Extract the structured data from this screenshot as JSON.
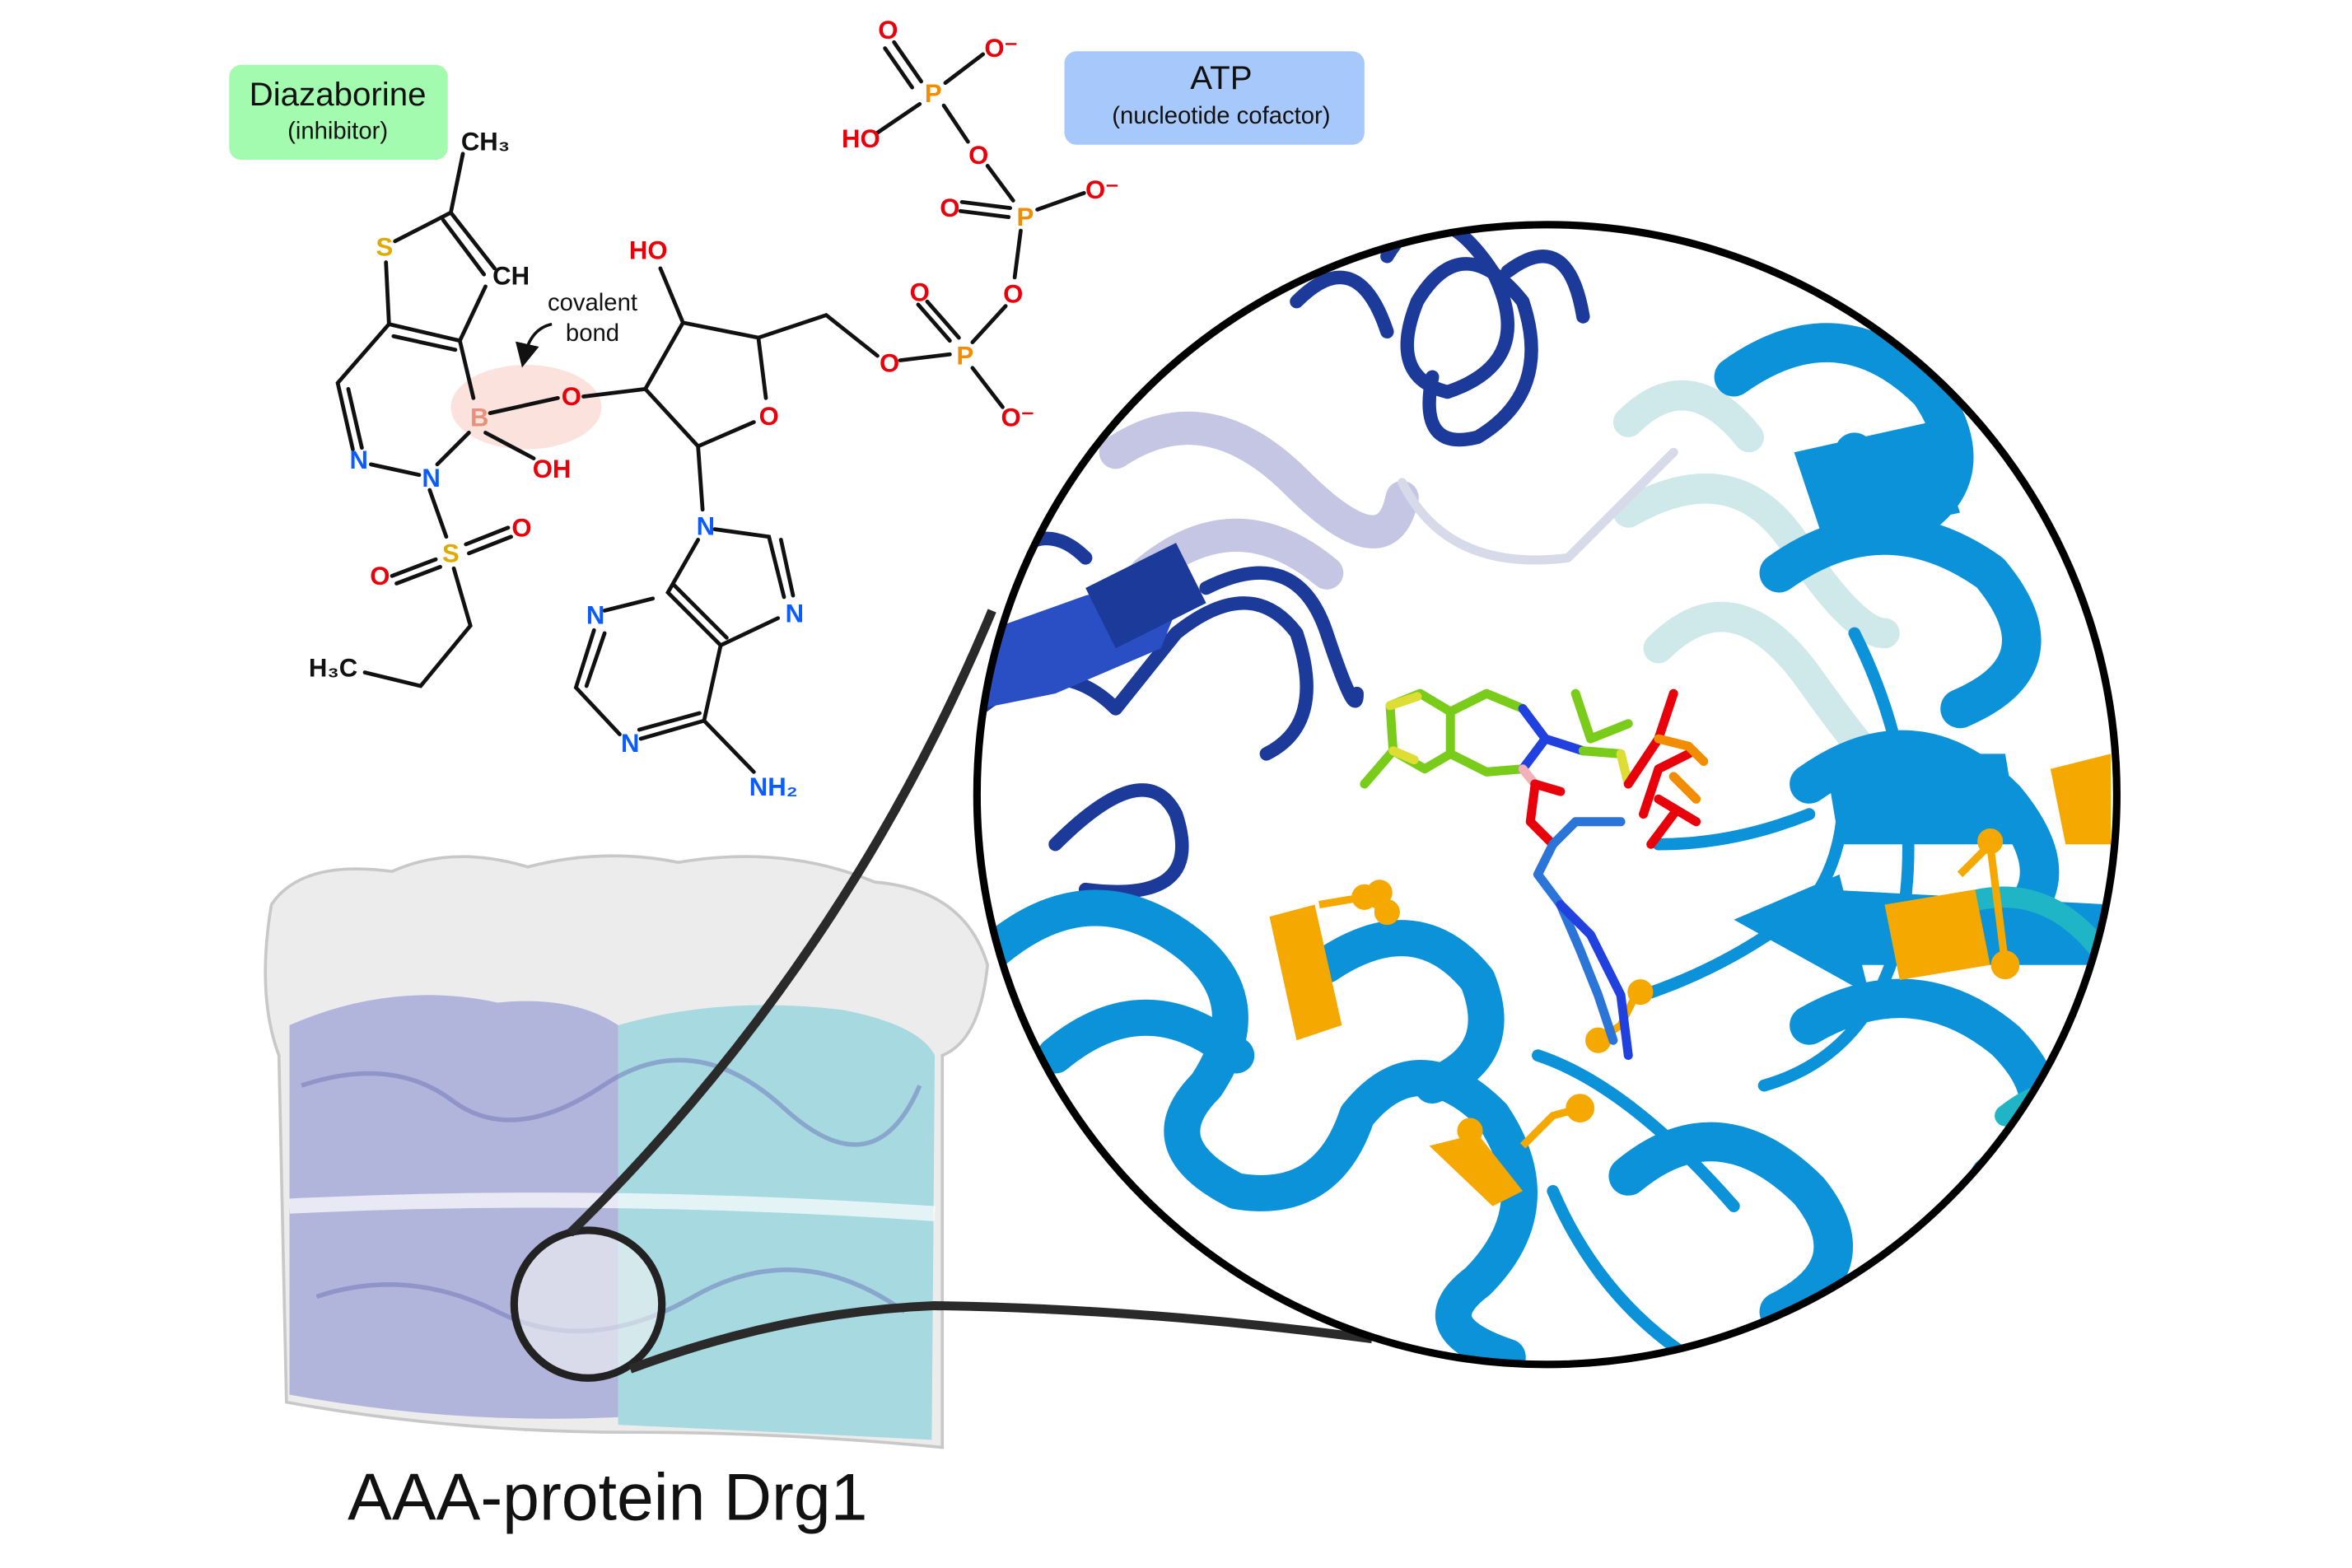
{
  "labels": {
    "diazaborine_title": "Diazaborine",
    "diazaborine_sub": "(inhibitor)",
    "atp_title": "ATP",
    "atp_sub": "(nucleotide cofactor)",
    "covalent_line1": "covalent",
    "covalent_line2": "bond",
    "protein_name": "AAA-protein Drg1"
  },
  "colors": {
    "diazaborine_box": "#a3fbb0",
    "atp_box": "#a6c8fb",
    "oxygen": "#e8000b",
    "nitrogen": "#0a5cff",
    "phosphorus": "#f28c00",
    "sulfur": "#e0aa00",
    "boron": "#e8907a",
    "protein_dark": "#1c3a9a",
    "protein_light": "#0d8fd8",
    "highlight": "#f5a800"
  },
  "diazaborine_atoms": {
    "ch3": "CH₃",
    "s_ring": "S",
    "ch": "CH",
    "b": "B",
    "o_link": "O",
    "oh": "OH",
    "n6": "N",
    "n5": "N",
    "s_sulfonyl": "S",
    "o_left": "O",
    "o_right": "O",
    "h3c": "H₃C"
  },
  "atp_atoms": {
    "ho_ribose": "HO",
    "o_ring": "O",
    "o5": "O",
    "pa": "P",
    "pa_o_double": "O",
    "pa_o_minus": "O⁻",
    "o_ab": "O",
    "pb": "P",
    "pb_o_double": "O",
    "pb_o_minus": "O⁻",
    "o_bg": "O",
    "pg": "P",
    "pg_o_double": "O",
    "pg_o_minus": "O⁻",
    "pg_ho": "HO",
    "n9": "N",
    "n7": "N",
    "n3": "N",
    "n1": "N",
    "nh2": "NH₂"
  }
}
